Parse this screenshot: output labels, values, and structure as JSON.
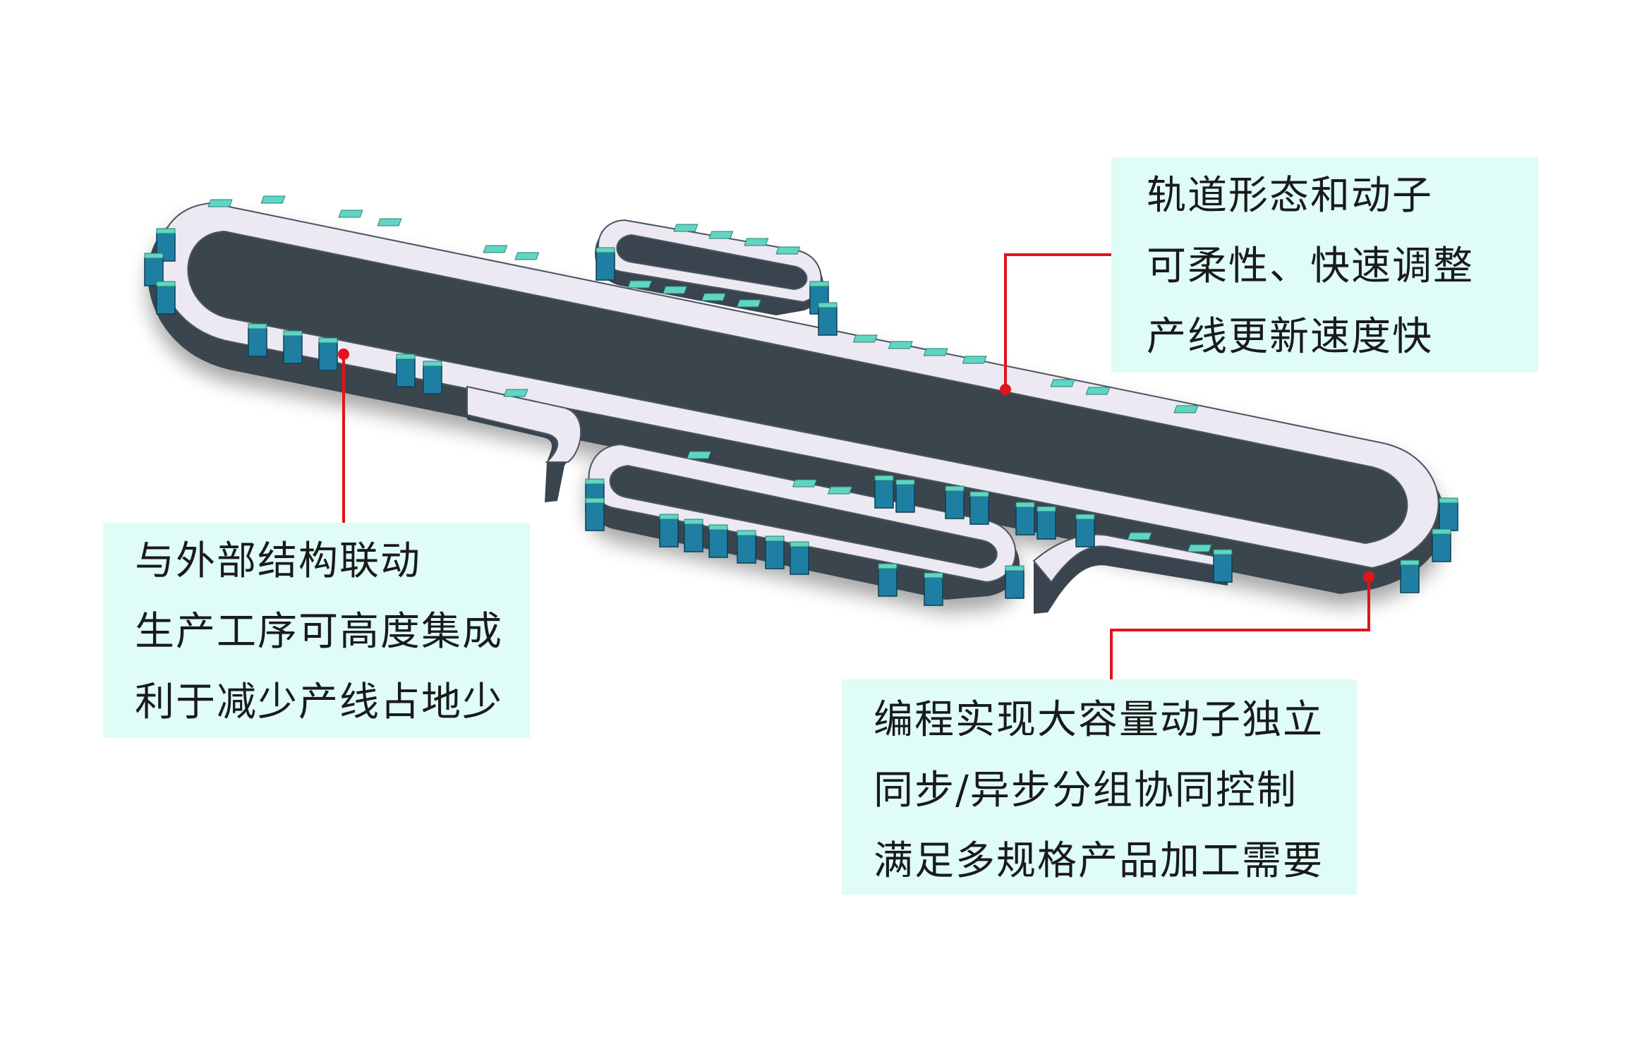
{
  "colors": {
    "track_top": "#ece9f2",
    "track_side": "#3a444e",
    "mover_cap": "#5fd6c3",
    "mover_body": "#1f7fa3",
    "callout_bg": "#dffcf7",
    "leader": "#e0141c"
  },
  "callouts": {
    "top_right": {
      "lines": [
        "轨道形态和动子",
        "可柔性、快速调整",
        "产线更新速度快"
      ]
    },
    "left": {
      "lines": [
        "与外部结构联动",
        "生产工序可高度集成",
        "利于减少产线占地少"
      ]
    },
    "bottom_right": {
      "lines": [
        "编程实现大容量动子独立",
        "同步/异步分组协同控制",
        "满足多规格产品加工需要"
      ]
    }
  }
}
